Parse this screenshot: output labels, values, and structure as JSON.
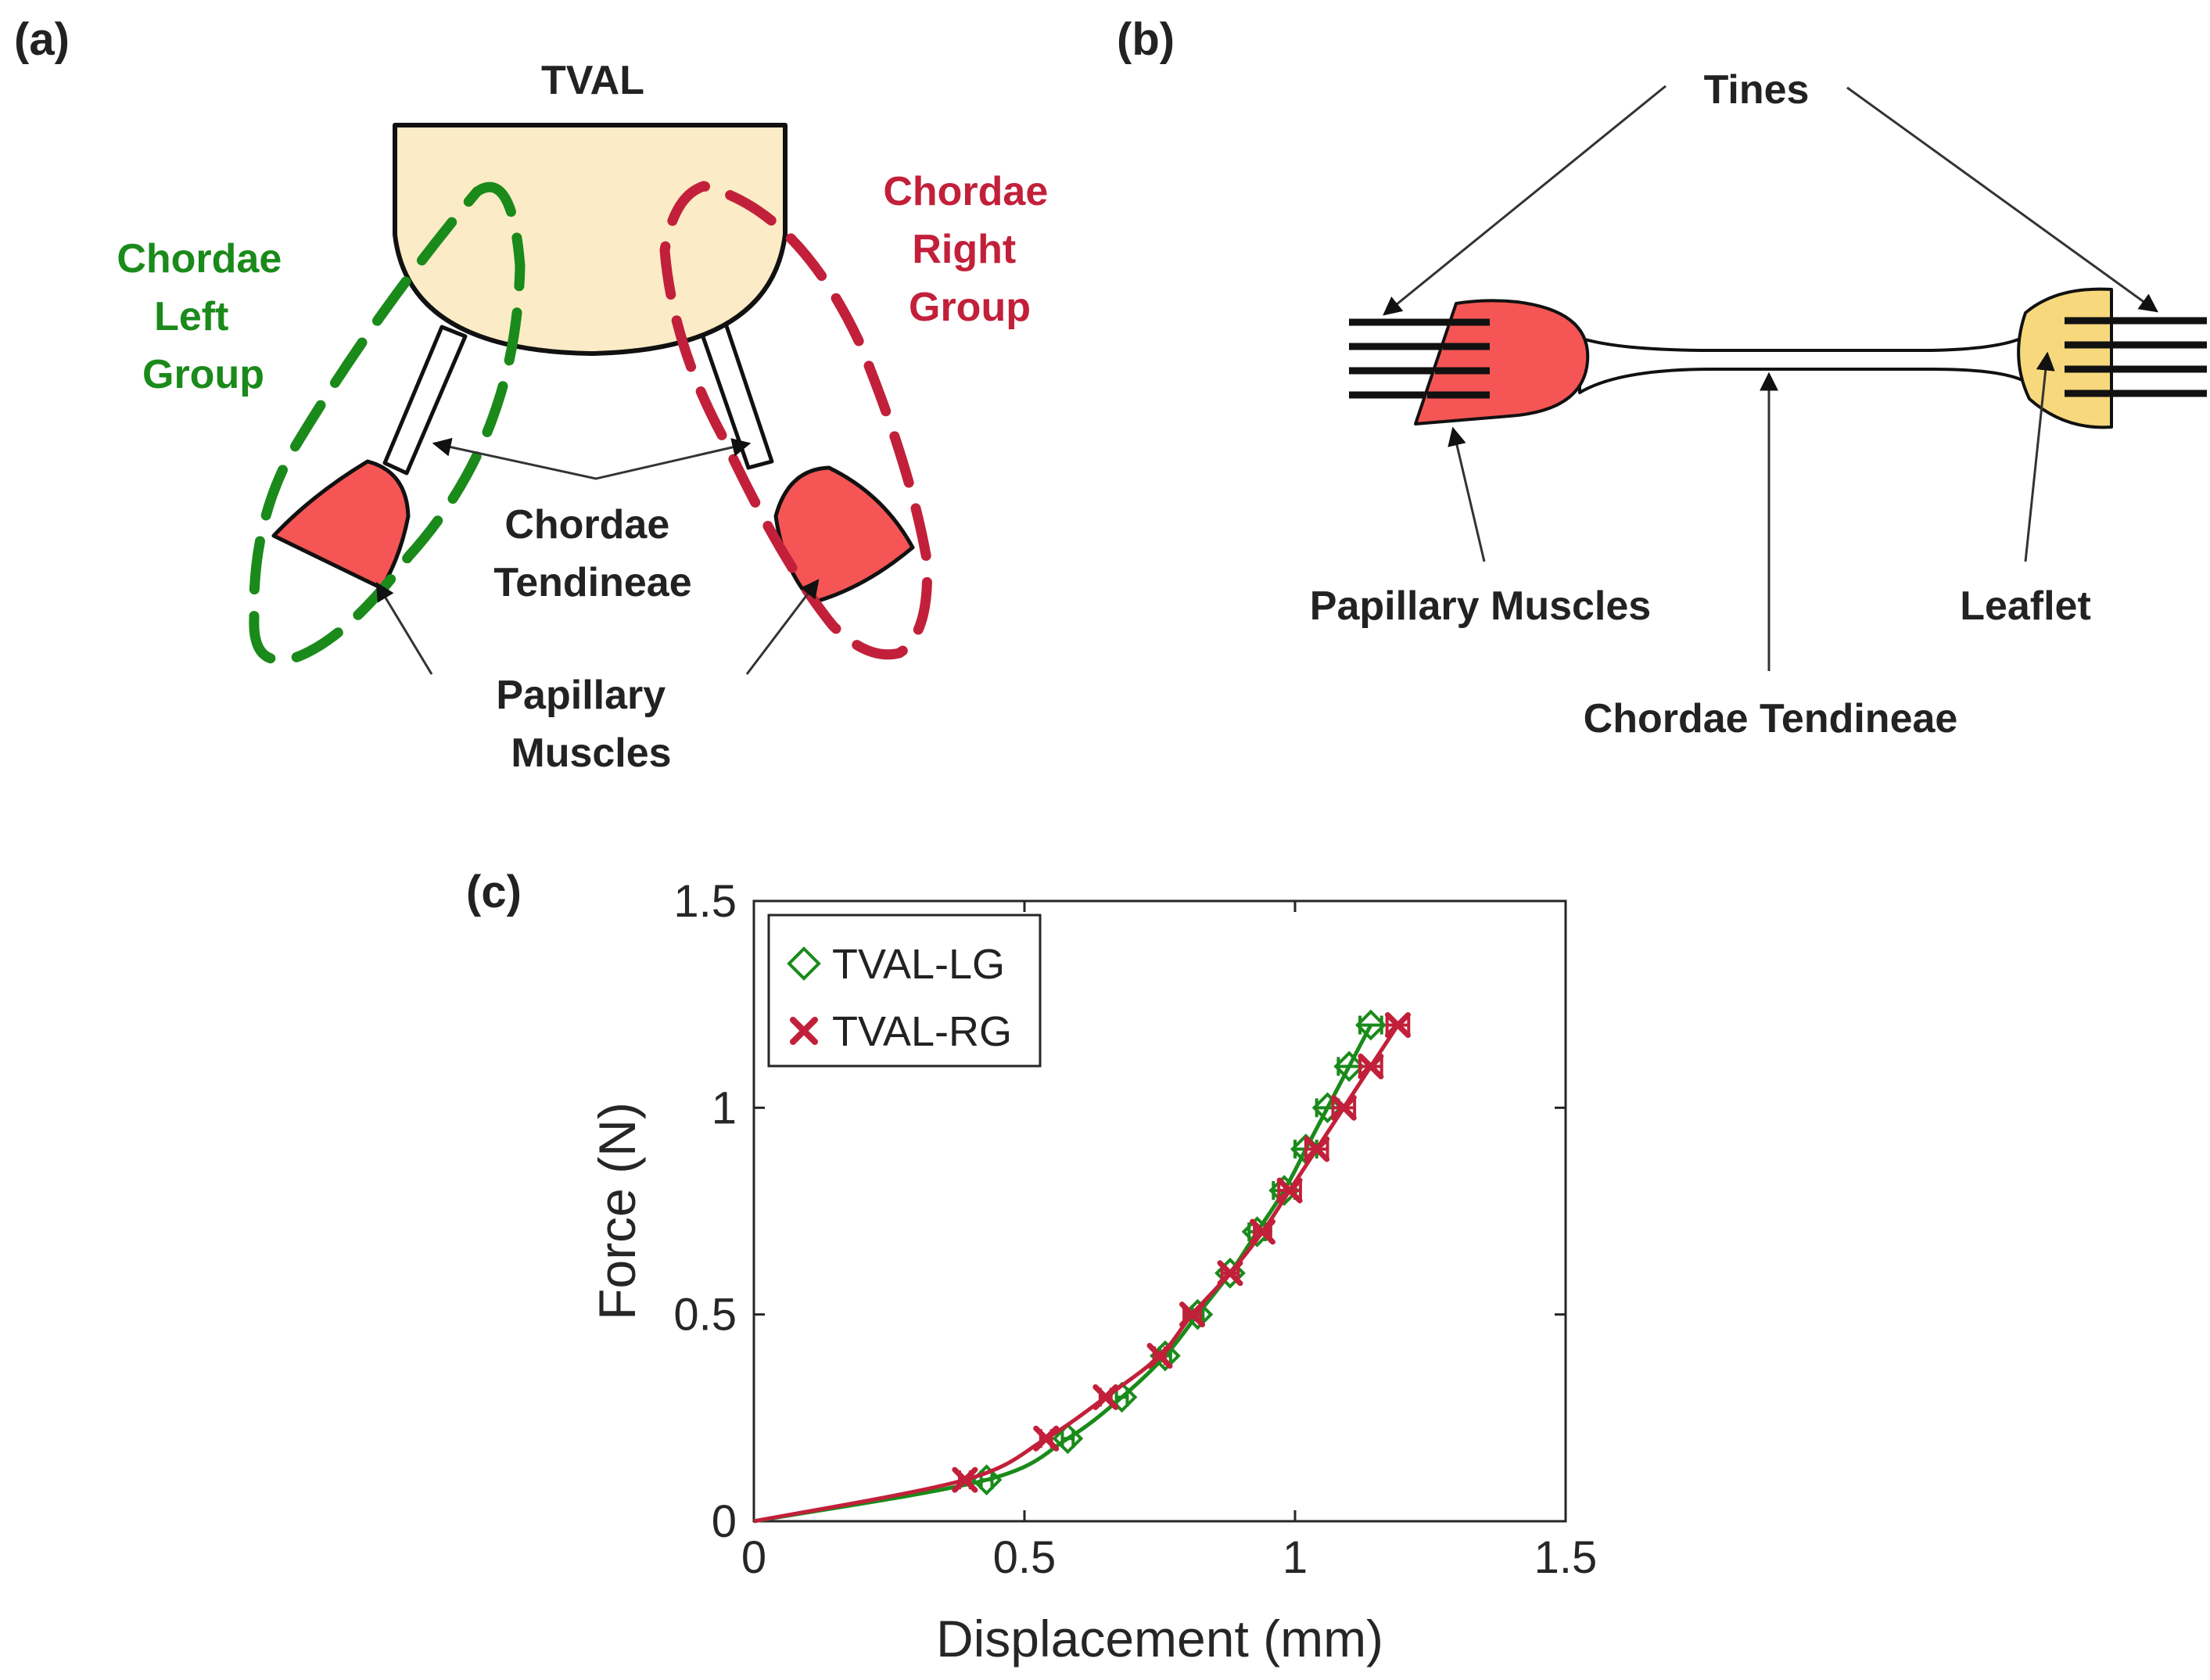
{
  "panel_a": {
    "letter": "(a)",
    "title": "TVAL",
    "left_group": [
      "Chordae",
      "Left",
      "Group"
    ],
    "right_group": [
      "Chordae",
      "Right",
      "Group"
    ],
    "chordae": [
      "Chordae",
      "Tendineae"
    ],
    "papillary": [
      "Papillary",
      "Muscles"
    ]
  },
  "panel_b": {
    "letter": "(b)",
    "tines": "Tines",
    "papillary": "Papillary Muscles",
    "leaflet": "Leaflet",
    "chordae": "Chordae Tendineae"
  },
  "panel_c": {
    "letter": "(c)"
  },
  "colors": {
    "green": "#1a8a1a",
    "red": "#c2203a",
    "muscle": "#f55555",
    "tval_fill": "#fbebc6",
    "leaflet_fill": "#f7d87c"
  },
  "chart_data": {
    "type": "line",
    "xlabel": "Displacement (mm)",
    "ylabel": "Force (N)",
    "xlim": [
      0,
      1.5
    ],
    "ylim": [
      0,
      1.5
    ],
    "xticks": [
      "0",
      "0.5",
      "1",
      "1.5"
    ],
    "yticks": [
      "0",
      "0.5",
      "1",
      "1.5"
    ],
    "grid": false,
    "legend_position": "top-left",
    "series": [
      {
        "name": "TVAL-LG",
        "color": "#1a8a1a",
        "marker": "diamond",
        "x": [
          0,
          0.43,
          0.58,
          0.68,
          0.76,
          0.82,
          0.88,
          0.93,
          0.98,
          1.02,
          1.06,
          1.1,
          1.14
        ],
        "y": [
          0,
          0.1,
          0.2,
          0.3,
          0.4,
          0.5,
          0.6,
          0.7,
          0.8,
          0.9,
          1.0,
          1.1,
          1.2
        ],
        "xerr": [
          0,
          0.01,
          0.01,
          0.01,
          0.01,
          0.01,
          0.015,
          0.015,
          0.02,
          0.02,
          0.02,
          0.02,
          0.02
        ]
      },
      {
        "name": "TVAL-RG",
        "color": "#c2203a",
        "marker": "x",
        "x": [
          0,
          0.39,
          0.54,
          0.65,
          0.75,
          0.81,
          0.88,
          0.94,
          0.99,
          1.04,
          1.09,
          1.14,
          1.19
        ],
        "y": [
          0,
          0.1,
          0.2,
          0.3,
          0.4,
          0.5,
          0.6,
          0.7,
          0.8,
          0.9,
          1.0,
          1.1,
          1.2
        ],
        "xerr": [
          0,
          0.01,
          0.01,
          0.01,
          0.01,
          0.015,
          0.015,
          0.015,
          0.02,
          0.02,
          0.02,
          0.02,
          0.02
        ]
      }
    ]
  }
}
